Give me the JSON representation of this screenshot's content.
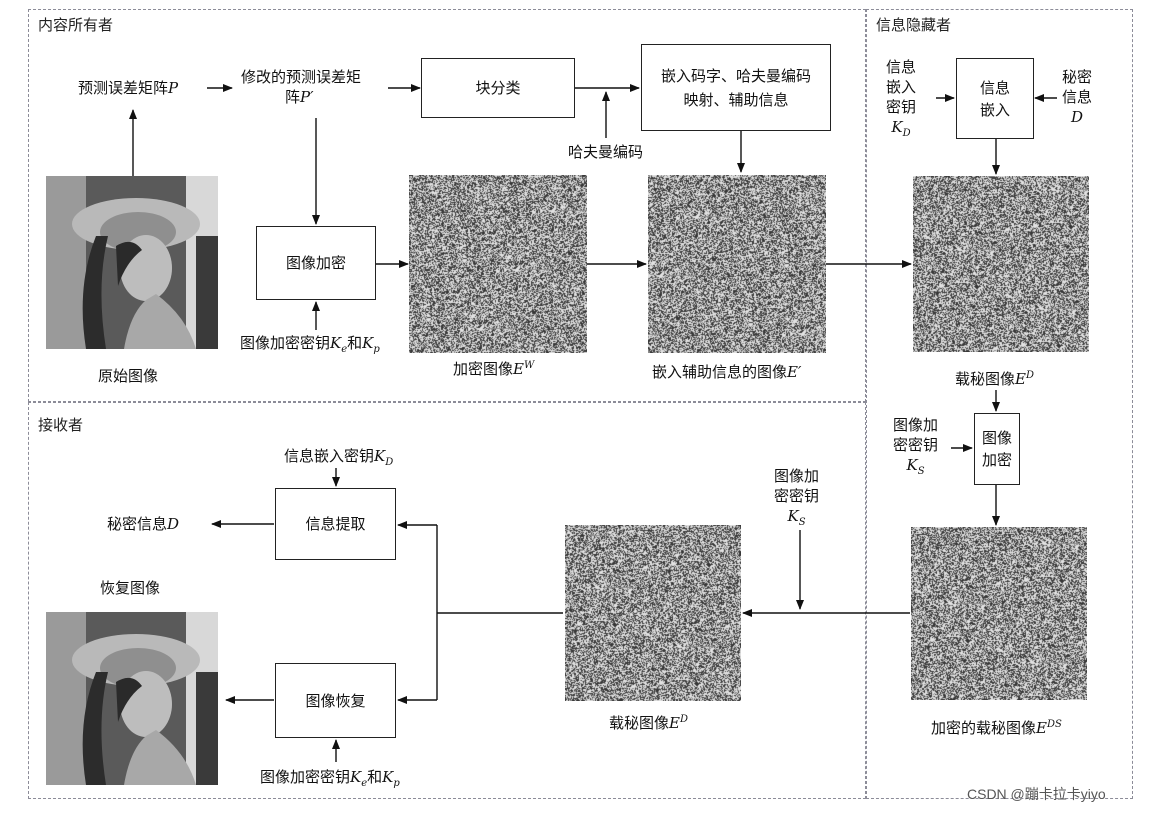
{
  "regions": {
    "owner": "内容所有者",
    "hider": "信息隐藏者",
    "receiver": "接收者"
  },
  "owner": {
    "pred_error": "预测误差矩阵",
    "pred_error_var": "P",
    "modified_line1": "修改的预测误差矩",
    "modified_line2": "阵",
    "modified_var": "P′",
    "block_classify": "块分类",
    "embed_line1": "嵌入码字、哈夫曼编码",
    "embed_line2": "映射、辅助信息",
    "huffman_code": "哈夫曼编码",
    "image_encrypt": "图像加密",
    "encrypt_key_label": "图像加密密钥",
    "key_e": "K",
    "key_e_sub": "e",
    "and": "和",
    "key_p": "K",
    "key_p_sub": "p",
    "original_image": "原始图像",
    "encrypted_image": "加密图像",
    "encrypted_var": "E",
    "encrypted_sup": "W",
    "aux_image": "嵌入辅助信息的图像",
    "aux_var": "E′"
  },
  "hider": {
    "key_line1": "信息",
    "key_line2": "嵌入",
    "key_line3": "密钥",
    "key_var": "K",
    "key_sub": "D",
    "info_embed_line1": "信息",
    "info_embed_line2": "嵌入",
    "secret_line1": "秘密",
    "secret_line2": "信息",
    "secret_var": "D",
    "stego_image": "载秘图像",
    "stego_var": "E",
    "stego_sup": "D",
    "enc_key_line1": "图像加",
    "enc_key_line2": "密密钥",
    "enc_key_var": "K",
    "enc_key_sub": "S",
    "img_encrypt_line1": "图像",
    "img_encrypt_line2": "加密",
    "enc_stego_image": "加密的载秘图像",
    "enc_stego_var": "E",
    "enc_stego_sup": "DS"
  },
  "receiver": {
    "embed_key_label": "信息嵌入密钥",
    "embed_key_var": "K",
    "embed_key_sub": "D",
    "info_extract": "信息提取",
    "secret_info": "秘密信息",
    "secret_var": "D",
    "recovered_image": "恢复图像",
    "image_recover": "图像恢复",
    "enc_key_line1": "图像加",
    "enc_key_line2": "密密钥",
    "enc_key_var": "K",
    "enc_key_sub": "S",
    "stego_image": "载秘图像",
    "stego_var": "E",
    "stego_sup": "D",
    "recover_key_label": "图像加密密钥",
    "key_e": "K",
    "key_e_sub": "e",
    "and": "和",
    "key_p": "K",
    "key_p_sub": "p"
  },
  "watermark": "CSDN @蹦卡拉卡yiyo"
}
